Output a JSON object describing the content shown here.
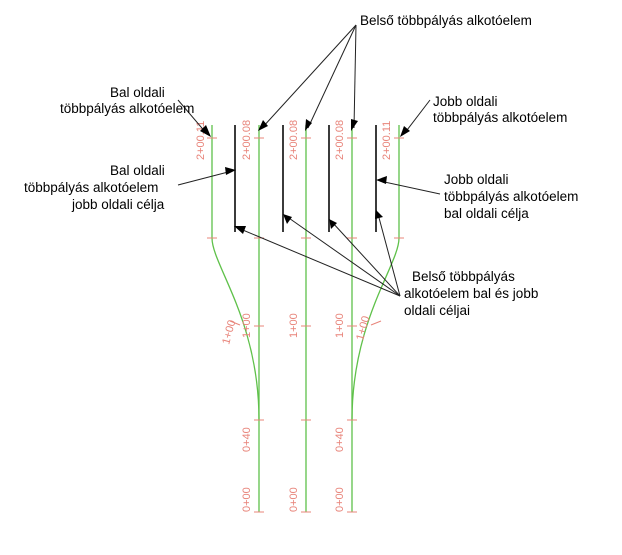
{
  "annotations": {
    "inner_component": "Belső többpályás alkotóelem",
    "left_component_1": "Bal oldali",
    "left_component_2": "többpályás alkotóelem",
    "right_component_1": "Jobb oldali",
    "right_component_2": "többpályás alkotóelem",
    "left_target_1": "Bal oldali",
    "left_target_2": "többpályás alkotóelem",
    "left_target_3": "jobb oldali célja",
    "right_target_1": "Jobb oldali",
    "right_target_2": "többpályás alkotóelem",
    "right_target_3": "bal oldali célja",
    "inner_targets_1": "Belső többpályás",
    "inner_targets_2": "alkotóelem bal és jobb",
    "inner_targets_3": "oldali céljai"
  },
  "stations": {
    "s0": "0+00",
    "s40": "0+40",
    "s100": "1+00",
    "s100r": "1+00",
    "s200a": "2+00.11",
    "s200b": "2+00.08"
  },
  "colors": {
    "alignment": "#5fc14a",
    "station_text": "#e8847a",
    "target": "#3b3b3b",
    "leader": "#222222"
  }
}
